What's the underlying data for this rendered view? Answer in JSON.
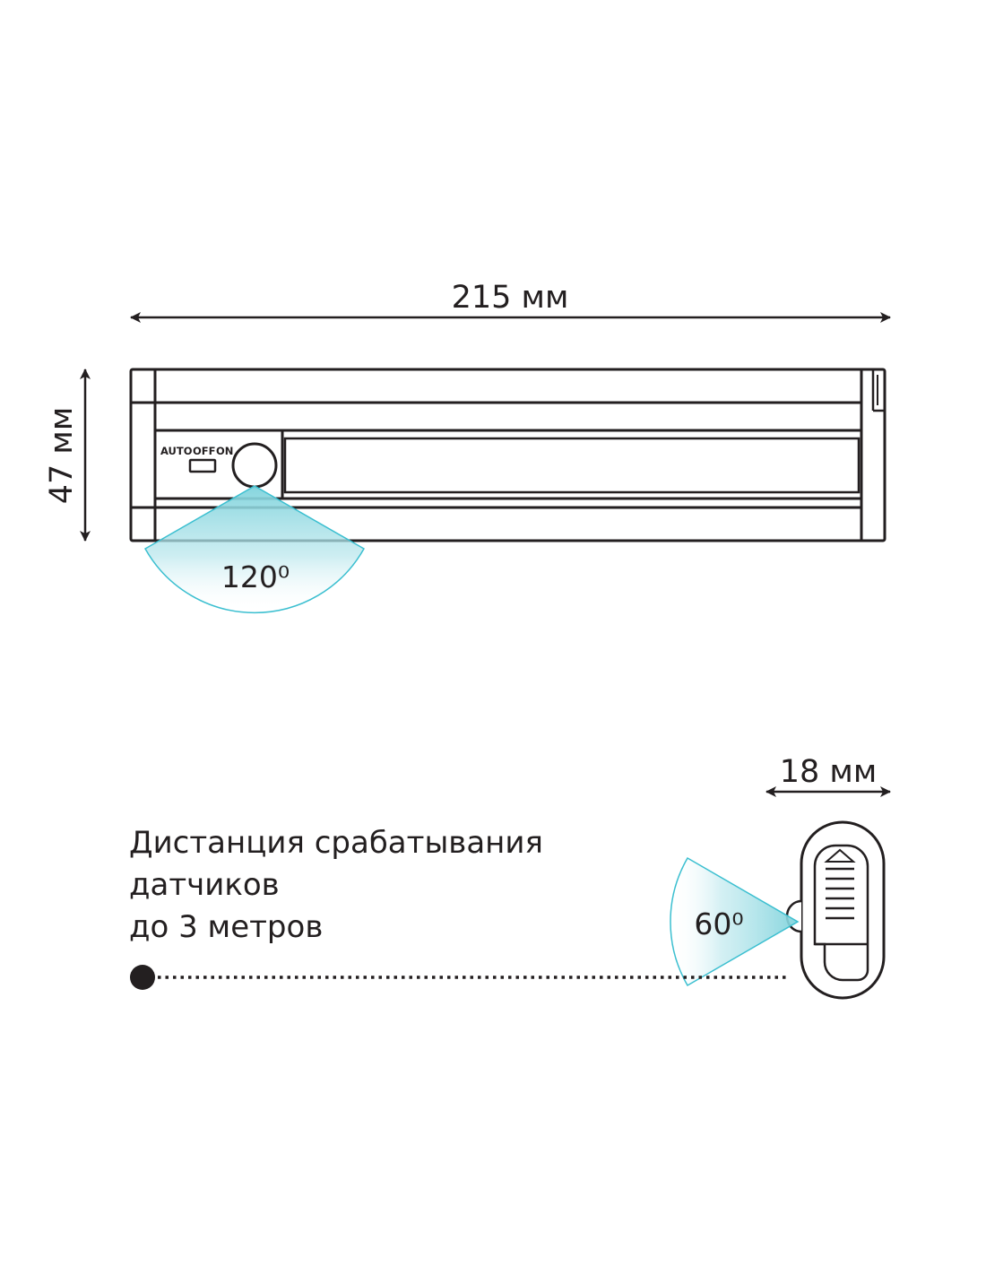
{
  "dimensions": {
    "width_label": "215 мм",
    "height_label": "47 мм",
    "depth_label": "18 мм"
  },
  "switch_labels": [
    "AUTO",
    "OFF",
    "ON"
  ],
  "sensor_angles": {
    "front_label": "120⁰",
    "side_label": "60⁰"
  },
  "description": {
    "lines": [
      "Дистанция срабатывания",
      "датчиков",
      "до 3 метров"
    ]
  },
  "colors": {
    "line": "#231f20",
    "sensor_fill": "#7fd3dc",
    "sensor_outline": "#3bbfd0"
  }
}
